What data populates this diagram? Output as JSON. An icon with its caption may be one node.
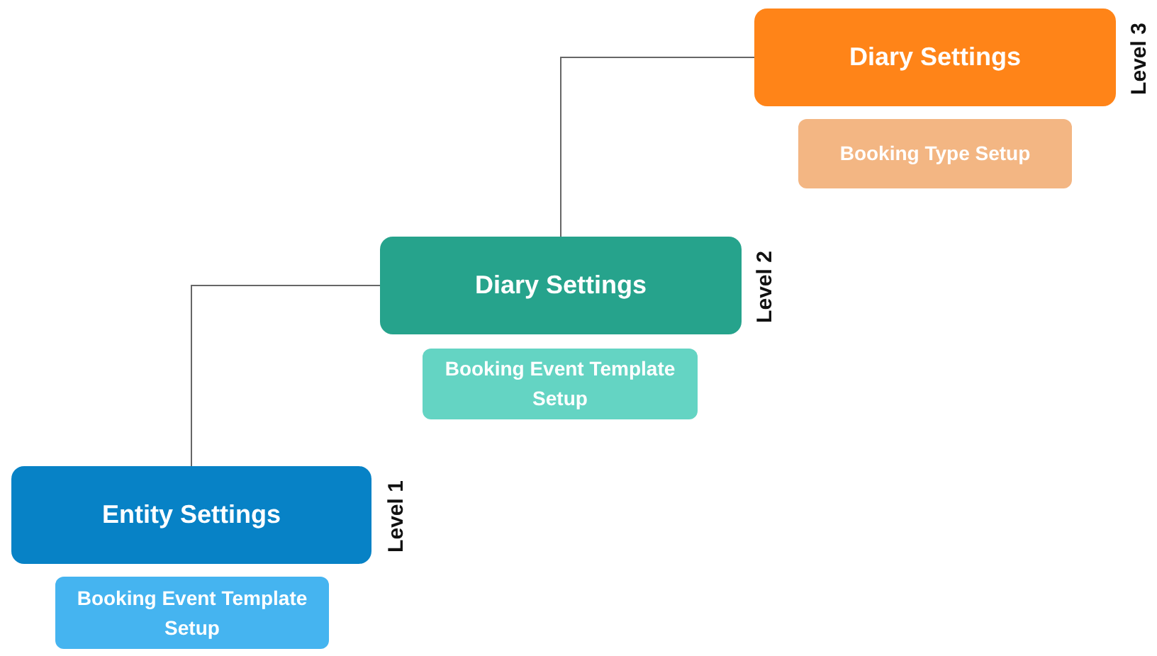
{
  "diagram": {
    "nodes": [
      {
        "text": [
          "Diary Settings"
        ],
        "beside": [
          "Level 3"
        ]
      },
      {
        "text": [
          "Booking Type Setup"
        ]
      },
      {
        "text": [
          "Diary Settings"
        ],
        "beside": [
          "Level 2"
        ]
      },
      {
        "text": [
          "Booking Event Template Setup"
        ]
      },
      {
        "text": [
          "Entity Settings"
        ],
        "beside": [
          "Level 1"
        ]
      },
      {
        "text": [
          "Booking Event Template Setup"
        ]
      }
    ],
    "edges": [
      {
        "from": 2,
        "to": 0,
        "arrow": "none"
      },
      {
        "from": 4,
        "to": 2,
        "arrow": "none"
      }
    ]
  }
}
